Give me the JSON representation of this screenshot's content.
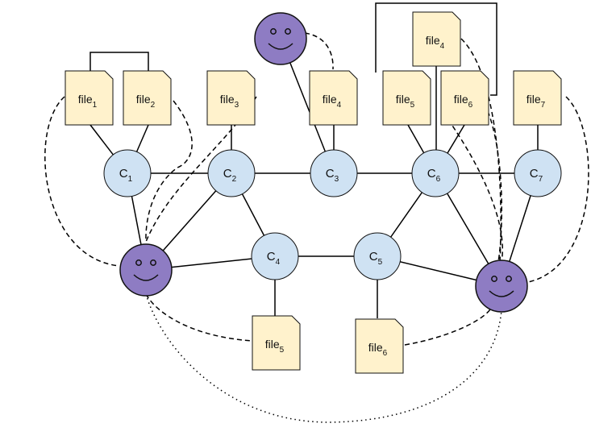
{
  "diagram": {
    "colors": {
      "node_fill": "#cfe2f3",
      "node_stroke": "#111111",
      "file_fill": "#fff2cc",
      "file_stroke": "#111111",
      "user_fill": "#8e7cc3",
      "edge": "#000000"
    },
    "nodes": [
      {
        "id": "c1",
        "base": "C",
        "sub": "1"
      },
      {
        "id": "c2",
        "base": "C",
        "sub": "2"
      },
      {
        "id": "c3",
        "base": "C",
        "sub": "3"
      },
      {
        "id": "c4",
        "base": "C",
        "sub": "4"
      },
      {
        "id": "c5",
        "base": "C",
        "sub": "5"
      },
      {
        "id": "c6",
        "base": "C",
        "sub": "6"
      },
      {
        "id": "c7",
        "base": "C",
        "sub": "7"
      }
    ],
    "files": [
      {
        "id": "f1",
        "base": "file",
        "sub": "1"
      },
      {
        "id": "f2",
        "base": "file",
        "sub": "2"
      },
      {
        "id": "f3",
        "base": "file",
        "sub": "3"
      },
      {
        "id": "f4a",
        "base": "file",
        "sub": "4"
      },
      {
        "id": "f4b",
        "base": "file",
        "sub": "4"
      },
      {
        "id": "f5a",
        "base": "file",
        "sub": "5"
      },
      {
        "id": "f6a",
        "base": "file",
        "sub": "6"
      },
      {
        "id": "f7",
        "base": "file",
        "sub": "7"
      },
      {
        "id": "f5b",
        "base": "file",
        "sub": "5"
      },
      {
        "id": "f6b",
        "base": "file",
        "sub": "6"
      }
    ],
    "users": [
      {
        "id": "u_top",
        "icon": "smiley-face-icon"
      },
      {
        "id": "u_left",
        "icon": "smiley-face-icon"
      },
      {
        "id": "u_right",
        "icon": "smiley-face-icon"
      }
    ]
  }
}
